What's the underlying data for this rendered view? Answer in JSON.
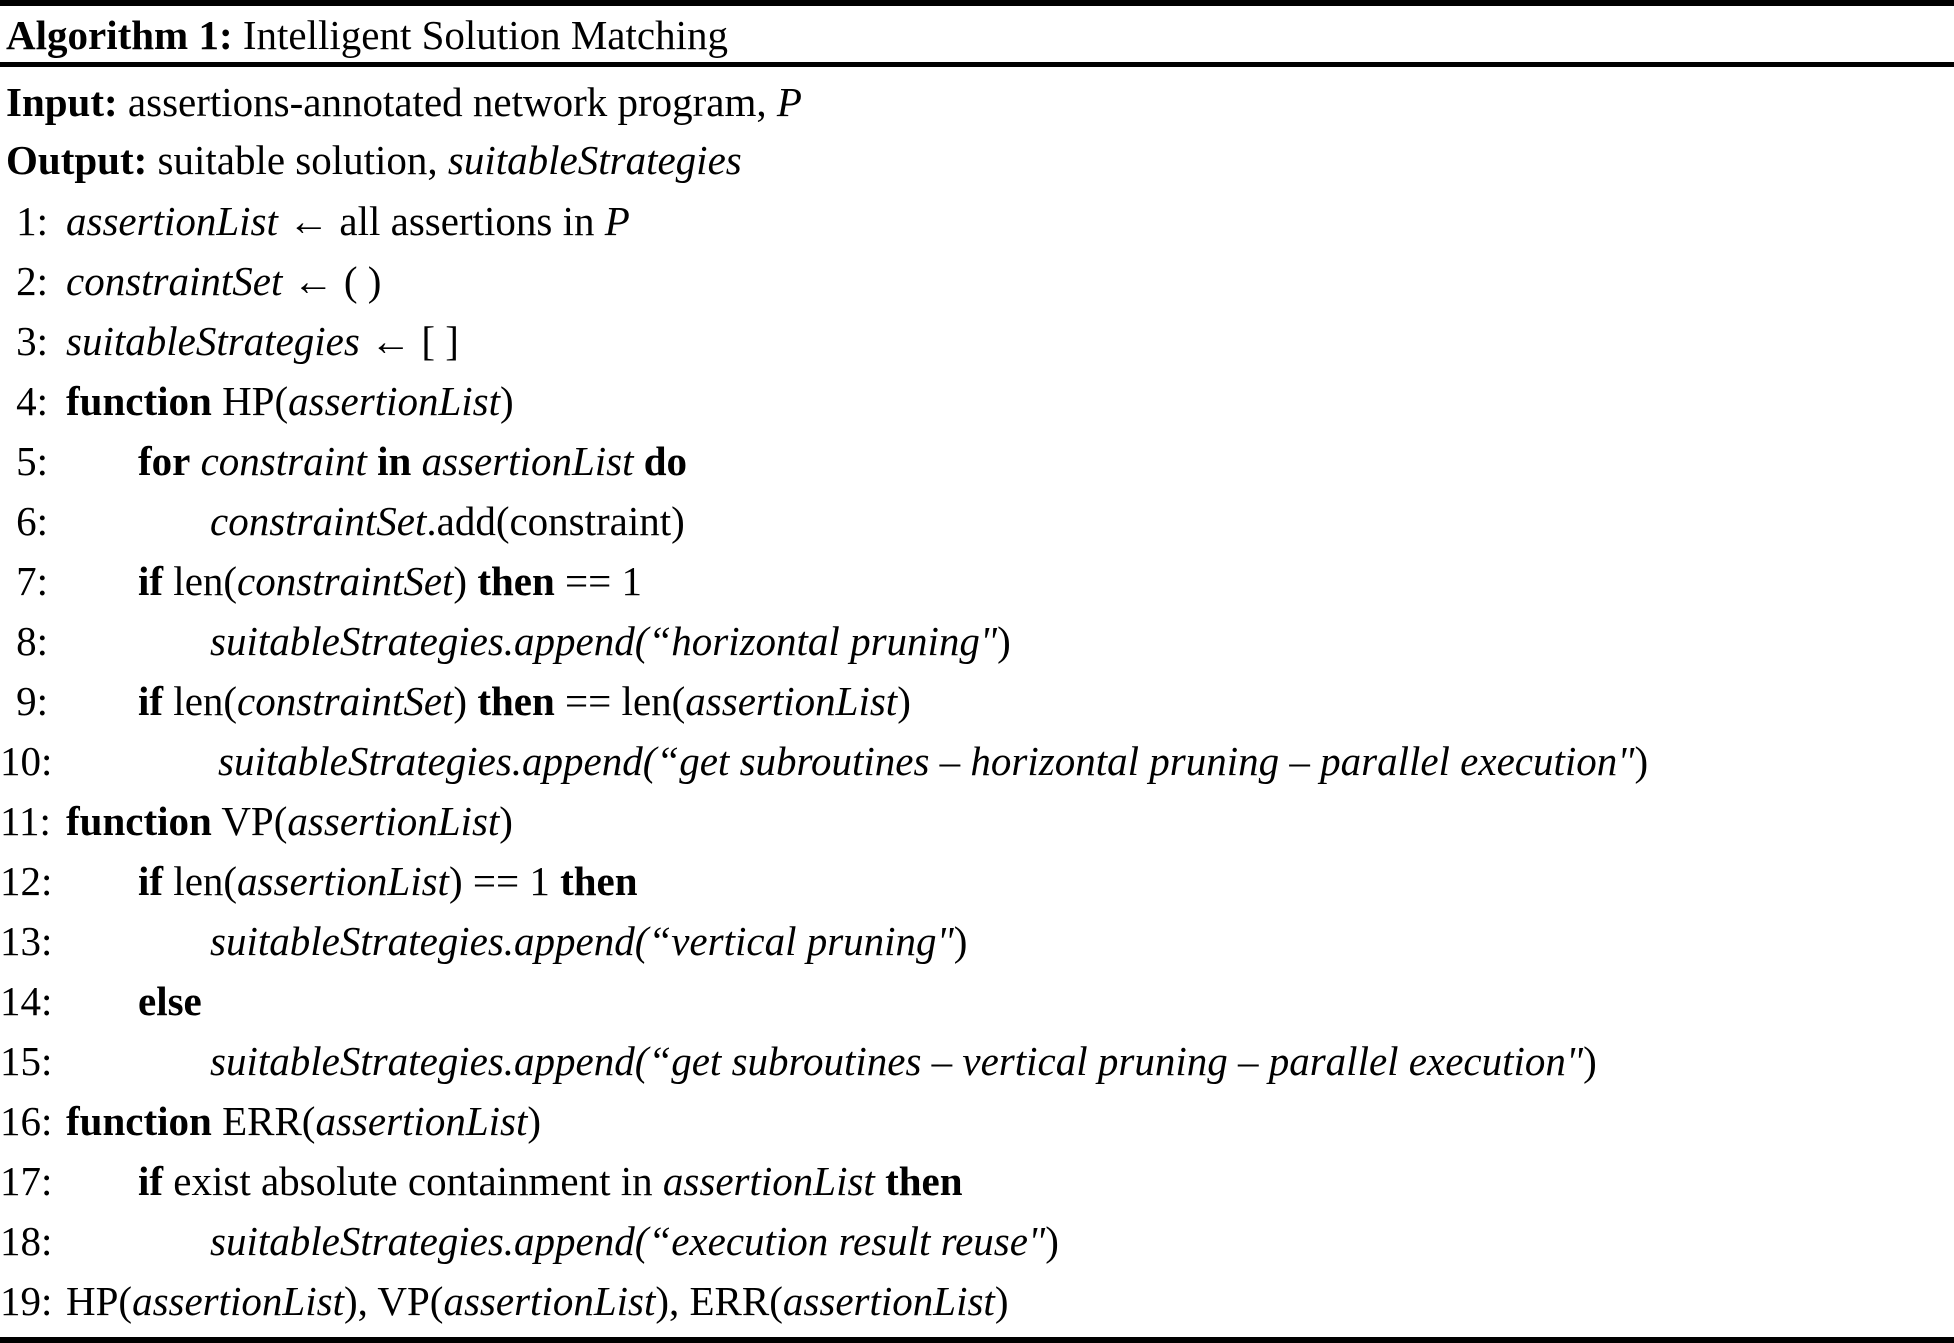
{
  "algorithm": {
    "label": "Algorithm 1:",
    "title": "Intelligent Solution Matching",
    "input_label": "Input:",
    "input_text": "assertions-annotated network program,",
    "input_var": "P",
    "output_label": "Output:",
    "output_text": "suitable solution,",
    "output_var": "suitableStrategies"
  },
  "lines": {
    "n1": "1:",
    "l1_var": "assertionList",
    "l1_arrow": "←",
    "l1_rest": "all assertions in",
    "l1_p": "P",
    "n2": "2:",
    "l2_var": "constraintSet",
    "l2_arrow": "←",
    "l2_rest": "( )",
    "n3": "3:",
    "l3_var": "suitableStrategies",
    "l3_arrow": "←",
    "l3_rest": "[ ]",
    "n4": "4:",
    "l4_kw": "function",
    "l4_name": "HP(",
    "l4_arg": "assertionList",
    "l4_close": ")",
    "n5": "5:",
    "l5_for": "for",
    "l5_var": "constraint",
    "l5_in": "in",
    "l5_list": "assertionList",
    "l5_do": "do",
    "n6": "6:",
    "l6_var": "constraintSet",
    "l6_rest": ".add(constraint)",
    "n7": "7:",
    "l7_if": "if",
    "l7_len": "len(",
    "l7_var": "constraintSet",
    "l7_close": ")",
    "l7_then": "then",
    "l7_cmp": "== 1",
    "n8": "8:",
    "l8_var": "suitableStrategies.append(",
    "l8_q1": "“",
    "l8_str": "horizontal pruning",
    "l8_q2": "\"",
    "l8_close": ")",
    "n9": "9:",
    "l9_if": "if",
    "l9_len": "len(",
    "l9_var": "constraintSet",
    "l9_close": ")",
    "l9_then": "then",
    "l9_cmp": "==",
    "l9_len2": "len(",
    "l9_var2": "assertionList",
    "l9_close2": ")",
    "n10": "10:",
    "l10_var": "suitableStrategies.append(",
    "l10_q1": "“",
    "l10_w1": "get",
    "l10_w2": "subroutines – horizontal",
    "l10_w3": "pruning –",
    "l10_w4": "parallel execution",
    "l10_q2": "\"",
    "l10_close": ")",
    "n11": "11:",
    "l11_kw": "function",
    "l11_name": "VP(",
    "l11_arg": "assertionList",
    "l11_close": ")",
    "n12": "12:",
    "l12_if": "if",
    "l12_len": "len(",
    "l12_var": "assertionList",
    "l12_close": ") == 1",
    "l12_then": "then",
    "n13": "13:",
    "l13_var": "suitableStrategies.append(",
    "l13_q1": "“",
    "l13_str": "vertical pruning",
    "l13_q2": "\"",
    "l13_close": ")",
    "n14": "14:",
    "l14_else": "else",
    "n15": "15:",
    "l15_var": "suitableStrategies.append(",
    "l15_q1": "“",
    "l15_str": "get subroutines – vertical pruning – parallel execution",
    "l15_q2": "\"",
    "l15_close": ")",
    "n16": "16:",
    "l16_kw": "function",
    "l16_name": "ERR(",
    "l16_arg": "assertionList",
    "l16_close": ")",
    "n17": "17:",
    "l17_if": "if",
    "l17_text": "exist absolute containment in",
    "l17_var": "assertionList",
    "l17_then": "then",
    "n18": "18:",
    "l18_var": "suitableStrategies.append(",
    "l18_q1": "“",
    "l18_str": "execution result reuse",
    "l18_q2": "\"",
    "l18_close": ")",
    "n19": "19:",
    "l19_a": "HP(",
    "l19_a_arg": "assertionList",
    "l19_a_end": "), ",
    "l19_b": "VP(",
    "l19_b_arg": "assertionList",
    "l19_b_end": "), ",
    "l19_c": "ERR(",
    "l19_c_arg": "assertionList",
    "l19_c_end": ")"
  }
}
